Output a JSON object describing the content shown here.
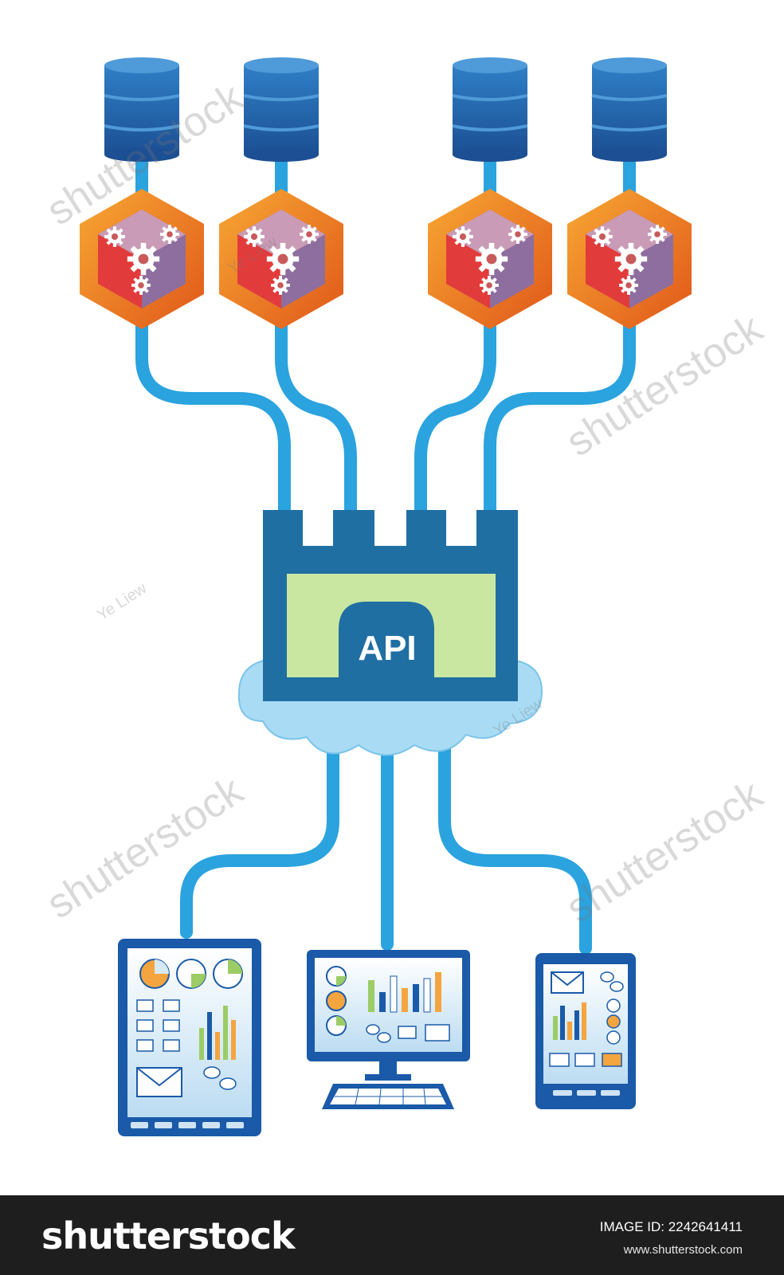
{
  "gateway": {
    "label": "API"
  },
  "watermarks": {
    "brand": "shutterstock",
    "author": "Ye Liew"
  },
  "footer": {
    "brand": "shutterstock",
    "image_id": "IMAGE ID: 2242641411",
    "site": "www.shutterstock.com"
  },
  "colors": {
    "pipe": "#2aa3df",
    "gateway": "#1f6fa3",
    "gateway_panel": "#c9e7a0",
    "cloud": "#a9dcf4",
    "database": "#1f5fa5",
    "hexagon": "#f08a1e",
    "device_frame": "#1a5aa8"
  }
}
